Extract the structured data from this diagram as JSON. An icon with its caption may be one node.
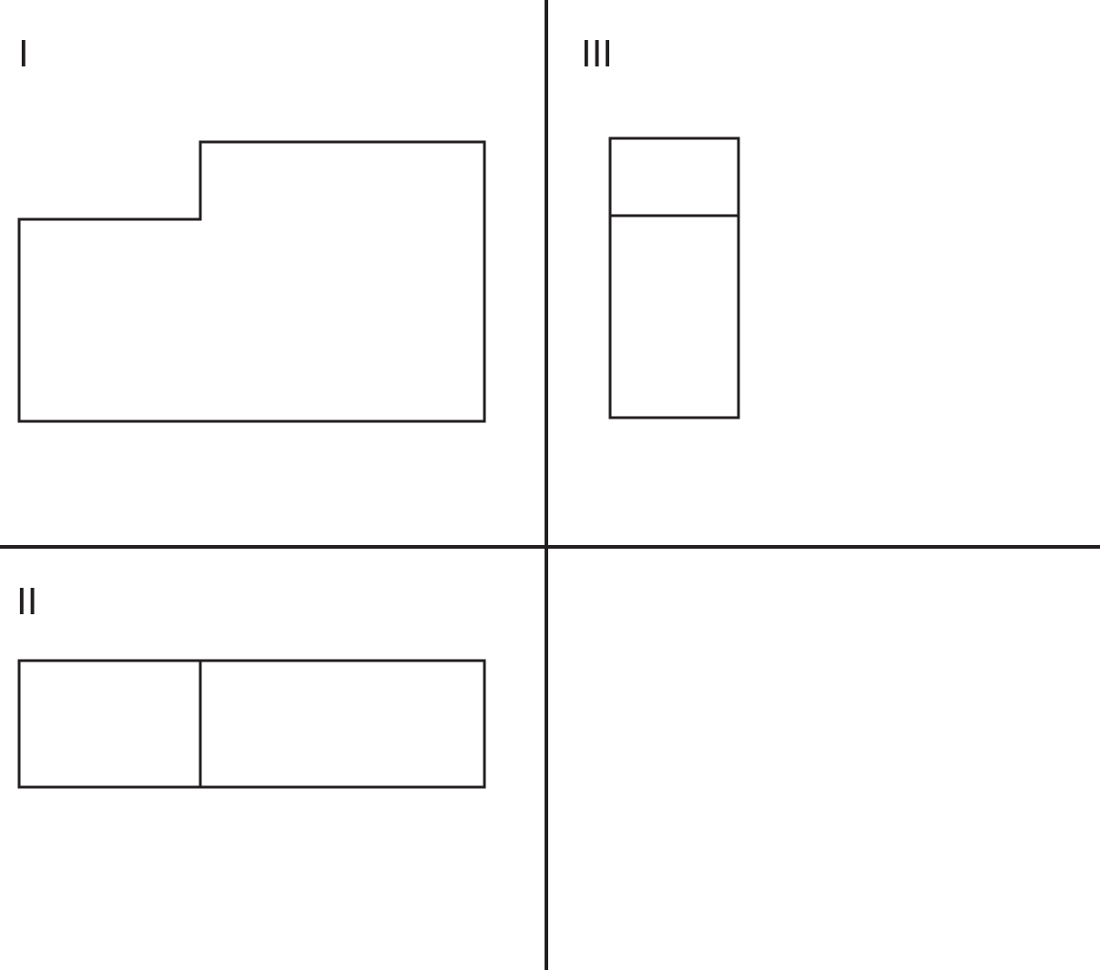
{
  "diagram": {
    "labels": [
      "I",
      "III",
      "II"
    ]
  }
}
